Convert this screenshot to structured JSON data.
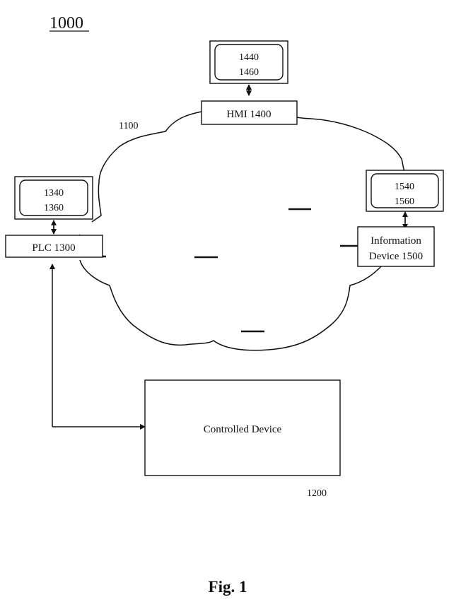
{
  "figure": {
    "reference_number": "1000",
    "caption": "Fig. 1"
  },
  "network": {
    "label": "1100"
  },
  "nodes": {
    "hmi": {
      "label": "HMI 1400",
      "display_lines": [
        "1440",
        "1460"
      ]
    },
    "plc": {
      "label": "PLC 1300",
      "display_lines": [
        "1340",
        "1360"
      ]
    },
    "information_device": {
      "label_lines": [
        "Information",
        "Device 1500"
      ],
      "display_lines": [
        "1540",
        "1560"
      ]
    },
    "controlled_device": {
      "label": "Controlled Device",
      "reference_number": "1200"
    }
  },
  "connections": [
    {
      "from": "hmi display",
      "to": "HMI 1400",
      "type": "bidirectional"
    },
    {
      "from": "plc display",
      "to": "PLC 1300",
      "type": "bidirectional"
    },
    {
      "from": "information device display",
      "to": "Information Device 1500",
      "type": "bidirectional"
    },
    {
      "from": "PLC 1300",
      "to": "Controlled Device",
      "type": "bidirectional"
    }
  ],
  "colors": {
    "ink": "#111111",
    "paper": "#ffffff"
  }
}
